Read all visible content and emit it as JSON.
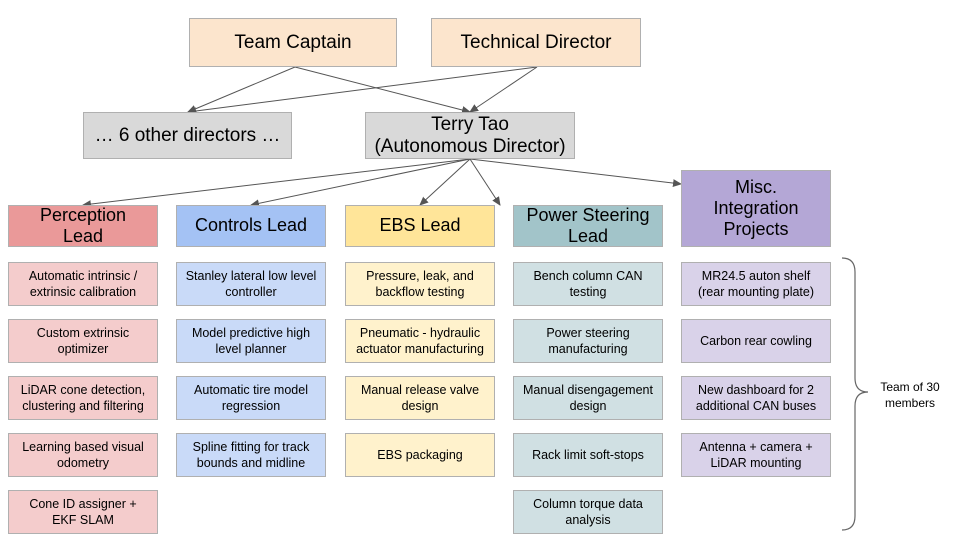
{
  "colors": {
    "top": "#fce5cd",
    "gray": "#d9d9d9",
    "perception_lead": "#ea9999",
    "perception_task": "#f4cccc",
    "controls_lead": "#a4c2f4",
    "controls_task": "#c9daf8",
    "ebs_lead": "#ffe599",
    "ebs_task": "#fff2cc",
    "steering_lead": "#a2c4c9",
    "steering_task": "#d0e0e3",
    "misc_lead": "#b4a7d6",
    "misc_task": "#d9d2e9",
    "line": "#555555"
  },
  "top": {
    "captain": "Team Captain",
    "technical": "Technical Director"
  },
  "middle": {
    "others": "… 6 other directors …",
    "terry": "Terry Tao\n(Autonomous Director)"
  },
  "leads": [
    {
      "title": "Perception\nLead",
      "tasks": [
        "Automatic intrinsic /\nextrinsic calibration",
        "Custom extrinsic\noptimizer",
        "LiDAR cone detection,\nclustering and filtering",
        "Learning based visual\nodometry",
        "Cone ID assigner +\nEKF SLAM"
      ]
    },
    {
      "title": "Controls Lead",
      "tasks": [
        "Stanley lateral low level\ncontroller",
        "Model predictive high\nlevel planner",
        "Automatic tire model\nregression",
        "Spline fitting for track\nbounds and midline"
      ]
    },
    {
      "title": "EBS Lead",
      "tasks": [
        "Pressure, leak, and\nbackflow testing",
        "Pneumatic - hydraulic\nactuator manufacturing",
        "Manual release valve\ndesign",
        "EBS packaging"
      ]
    },
    {
      "title": "Power Steering\nLead",
      "tasks": [
        "Bench column CAN\ntesting",
        "Power steering\nmanufacturing",
        "Manual disengagement\ndesign",
        "Rack limit soft-stops",
        "Column torque data\nanalysis"
      ]
    },
    {
      "title": "Misc.\nIntegration\nProjects",
      "tasks": [
        "MR24.5 auton shelf\n(rear mounting plate)",
        "Carbon rear cowling",
        "New dashboard for 2\nadditional CAN buses",
        "Antenna + camera +\nLiDAR mounting"
      ]
    }
  ],
  "team_note": "Team of 30\nmembers"
}
